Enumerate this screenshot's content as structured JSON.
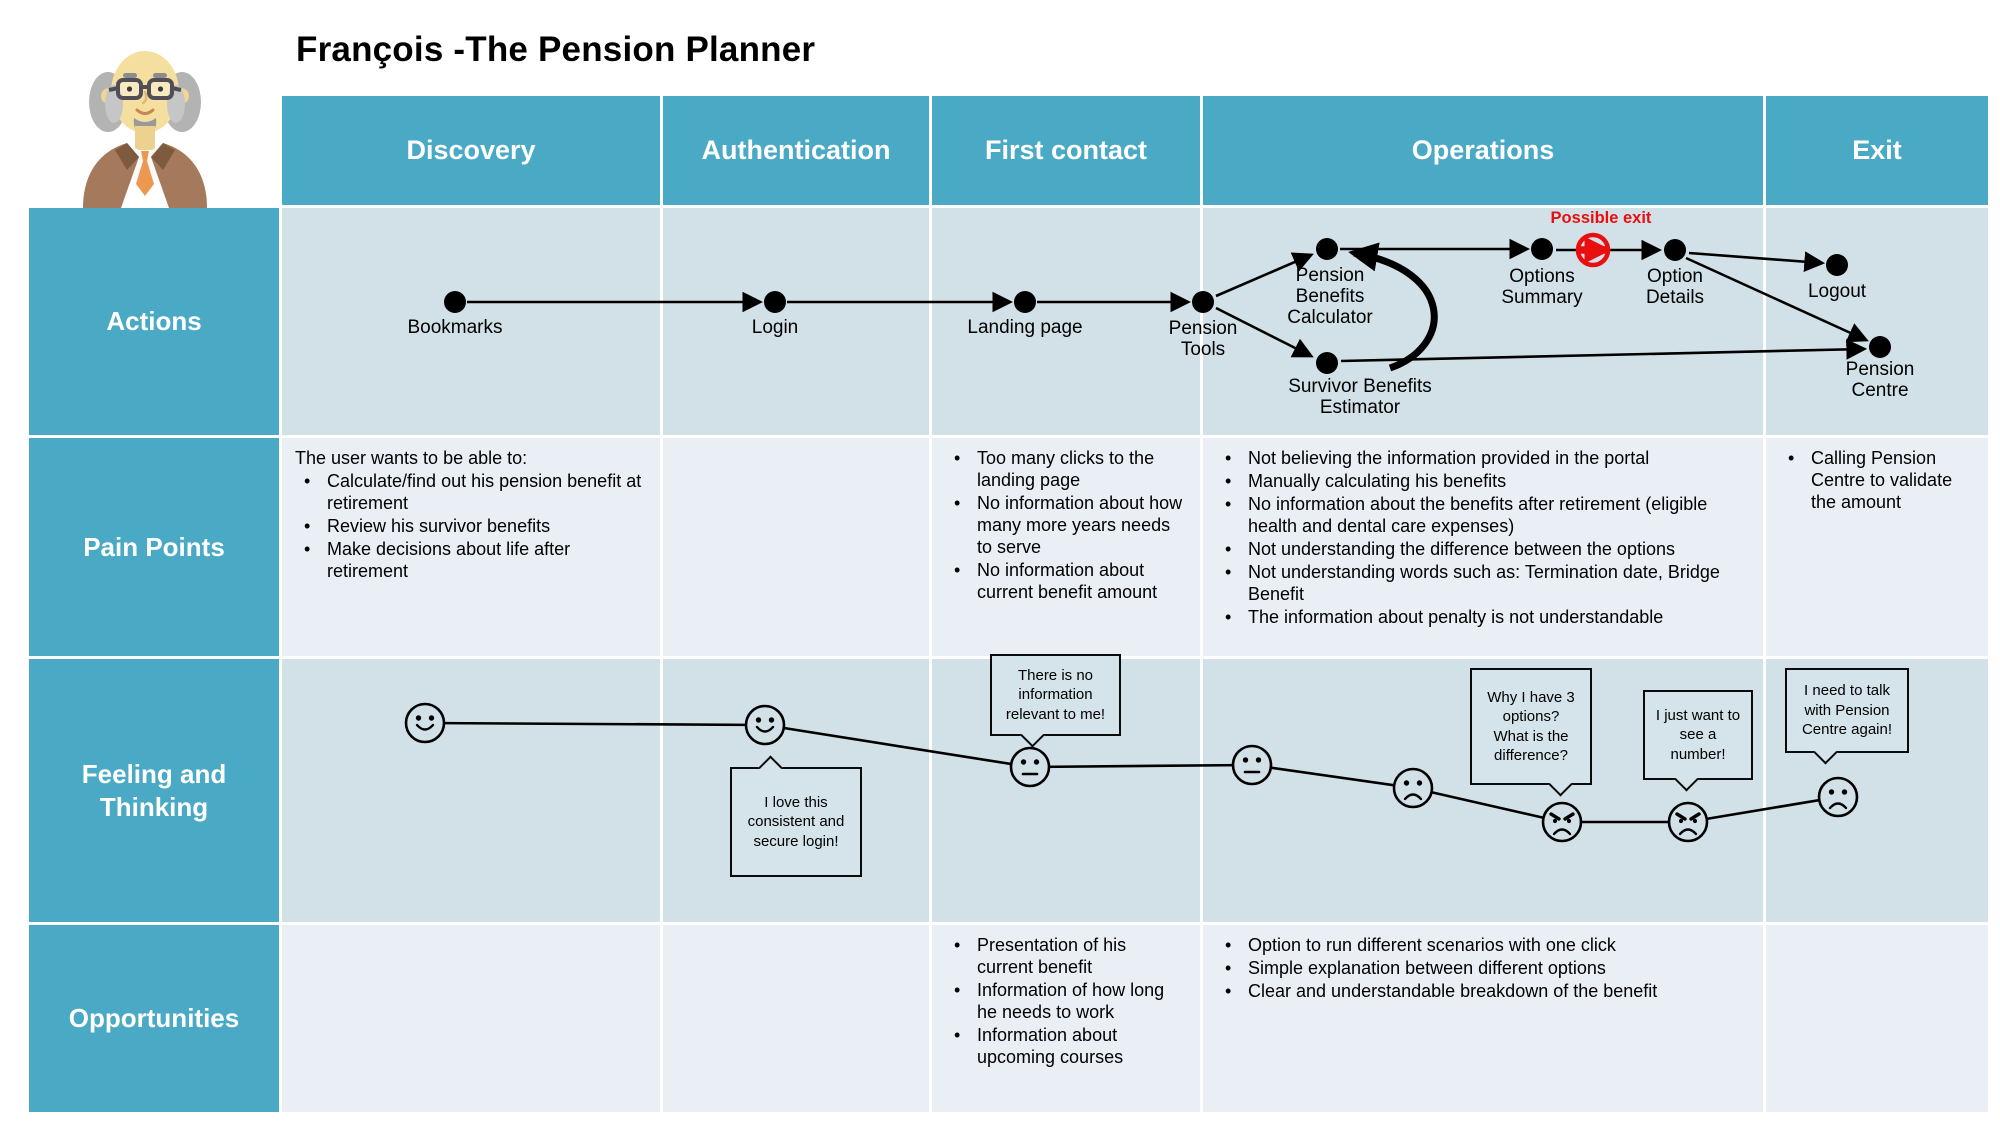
{
  "title": "François -The Pension Planner",
  "persona": {
    "avatar": "elderly-man-with-glasses"
  },
  "colors": {
    "header_teal": "#4AA9C4",
    "row_band_dark": "#D2E1E8",
    "row_band_light": "#E9EFF5",
    "alert_red": "#E90F0F",
    "node_black": "#000000"
  },
  "columns": [
    "Discovery",
    "Authentication",
    "First contact",
    "Operations",
    "Exit"
  ],
  "rows": [
    "Actions",
    "Pain Points",
    "Feeling and Thinking",
    "Opportunities"
  ],
  "actions": {
    "possible_exit_label": "Possible exit",
    "possible_exit_icon": "red-exit-arrow-circle",
    "nodes": {
      "bookmarks": "Bookmarks",
      "login": "Login",
      "landing_page": "Landing page",
      "pension_tools": "Pension\nTools",
      "pension_benefits_calculator": "Pension\nBenefits\nCalculator",
      "survivor_benefits_estimator": "Survivor Benefits\nEstimator",
      "options_summary": "Options\nSummary",
      "option_details": "Option\nDetails",
      "logout": "Logout",
      "pension_centre": "Pension\nCentre"
    }
  },
  "pain_points": {
    "discovery_intro": "The user wants to be able to:",
    "discovery": [
      "Calculate/find out his pension benefit at retirement",
      "Review his survivor benefits",
      "Make decisions about life after retirement"
    ],
    "first_contact": [
      "Too many clicks to the landing page",
      "No information about how many more years needs to serve",
      "No information about current benefit amount"
    ],
    "operations": [
      "Not believing the information provided in the portal",
      "Manually calculating his benefits",
      "No information about the benefits after retirement (eligible health and dental care expenses)",
      "Not understanding the difference between the options",
      "Not understanding words such as: Termination date, Bridge Benefit",
      "The information about penalty is not understandable"
    ],
    "exit": [
      "Calling Pension Centre to validate the amount"
    ]
  },
  "feeling": {
    "faces": [
      "happy",
      "happy",
      "neutral",
      "neutral",
      "sad",
      "angry",
      "angry",
      "sad"
    ],
    "bubbles": {
      "login": "I love this\nconsistent and\nsecure login!",
      "first_contact": "There is no\ninformation\nrelevant to me!",
      "options": "Why I have 3\noptions?\nWhat is the\ndifference?",
      "number": "I just want to\nsee a\nnumber!",
      "pension_centre": "I need to talk\nwith Pension\nCentre again!"
    }
  },
  "opportunities": {
    "first_contact": [
      "Presentation of his current benefit",
      "Information of how long he needs to work",
      "Information about upcoming courses"
    ],
    "operations": [
      "Option to run different scenarios with one click",
      "Simple explanation between different options",
      "Clear and understandable breakdown of the benefit"
    ]
  }
}
